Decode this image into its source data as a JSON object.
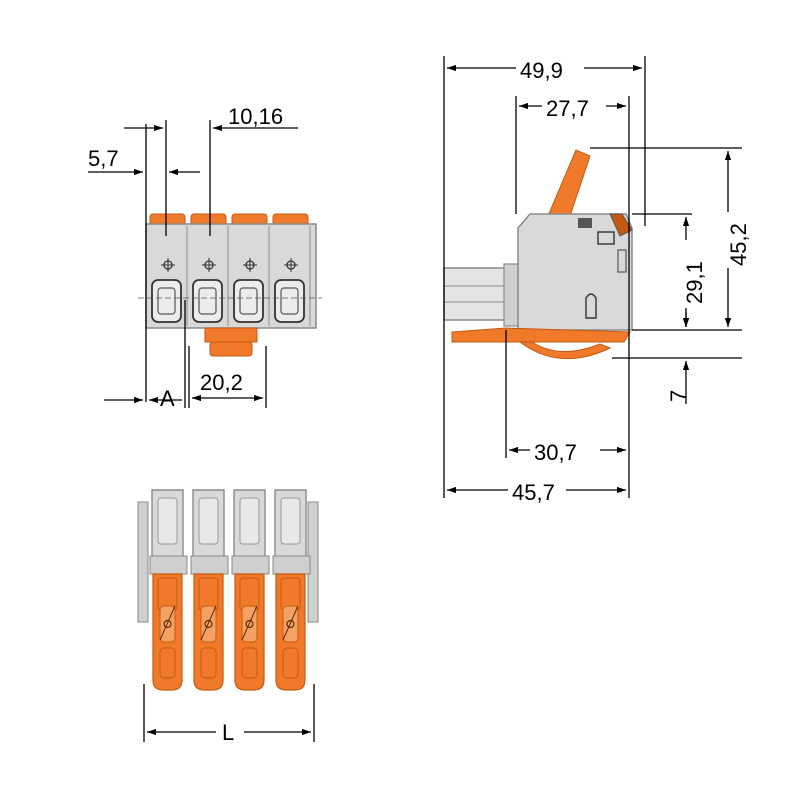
{
  "colors": {
    "background": "#ffffff",
    "body_gray": "#d9d9d9",
    "body_dark": "#8a8a8a",
    "lever_orange": "#f07a2a",
    "lever_dark": "#c45a12",
    "line": "#000000"
  },
  "labels": {
    "dim_5_7": "5,7",
    "dim_10_16": "10,16",
    "dim_20_2": "20,2",
    "dim_A": "A",
    "dim_49_9": "49,9",
    "dim_27_7": "27,7",
    "dim_45_2": "45,2",
    "dim_29_1": "29,1",
    "dim_7": "7",
    "dim_30_7": "30,7",
    "dim_45_7": "45,7",
    "dim_L": "L"
  },
  "views": {
    "front_pole_count": 4,
    "bottom_pole_count": 4
  }
}
